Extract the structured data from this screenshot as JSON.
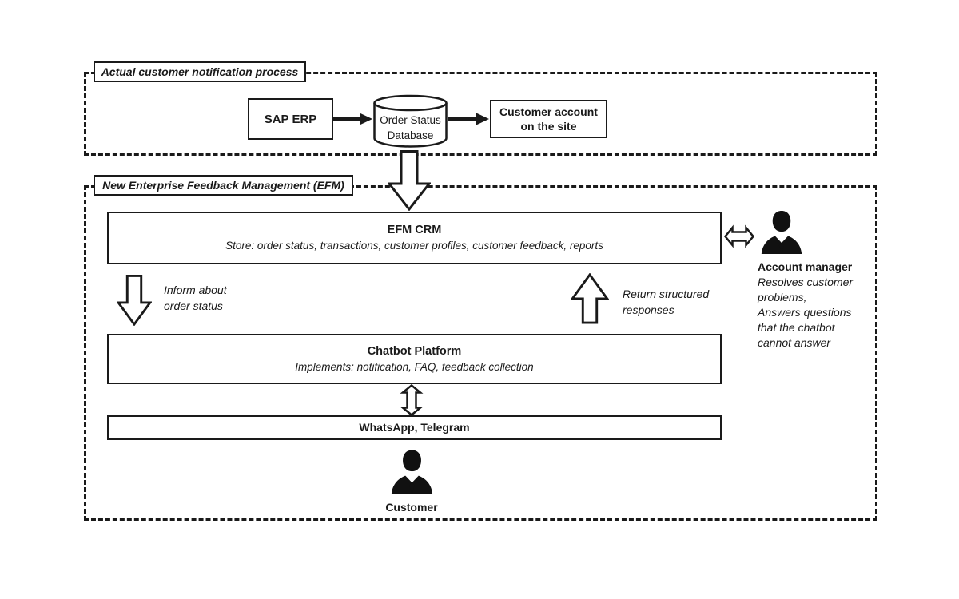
{
  "diagram": {
    "colors": {
      "ink": "#1a1a1a",
      "paper": "#ffffff"
    },
    "top": {
      "title": "Actual customer notification process",
      "sap_erp_label": "SAP ERP",
      "database_line1": "Order Status",
      "database_line2": "Database",
      "customer_account_line1": "Customer account",
      "customer_account_line2": "on the site"
    },
    "efm": {
      "title": "New Enterprise Feedback Management (EFM)",
      "crm_title": "EFM CRM",
      "crm_subtitle": "Store: order status, transactions, customer profiles, customer feedback, reports",
      "inform_line1": "Inform about",
      "inform_line2": "order status",
      "return_line1": "Return structured",
      "return_line2": "responses",
      "chatbot_title": "Chatbot Platform",
      "chatbot_subtitle": "Implements: notification, FAQ, feedback collection",
      "messengers_label": "WhatsApp, Telegram",
      "customer_label": "Customer",
      "manager_title": "Account manager",
      "manager_lines": [
        "Resolves customer",
        "problems,",
        "Answers questions",
        "that the chatbot",
        "cannot answer"
      ]
    }
  }
}
